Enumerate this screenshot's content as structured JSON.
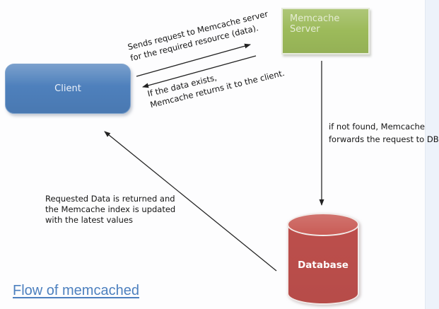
{
  "diagram": {
    "title": "Flow of memcached",
    "title_color": "#4d80bf",
    "background": "#fdfdfe",
    "right_strip_color": "#edf2fa",
    "arrow_color": "#222222",
    "nodes": {
      "client": {
        "label": "Client",
        "fill": "#4e80bc"
      },
      "memcache_server": {
        "label": "Memcache Server",
        "fill": "#9cba5a"
      },
      "database": {
        "label": "Database",
        "fill": "#c0504d",
        "top_fill": "#c85953"
      }
    },
    "edge_labels": {
      "request": {
        "line1": "Sends request to Memcache server",
        "line2": "for the required resource (data)."
      },
      "cache_hit": {
        "line1": "If the data exists,",
        "line2": "Memcache returns it to the client."
      },
      "cache_miss": {
        "line1": "if not found, Memcache",
        "line2": "forwards the request to DB"
      },
      "data_return": {
        "line1": "Requested Data is returned and",
        "line2": "the Memcache index is updated",
        "line3": "with the latest values"
      }
    }
  }
}
